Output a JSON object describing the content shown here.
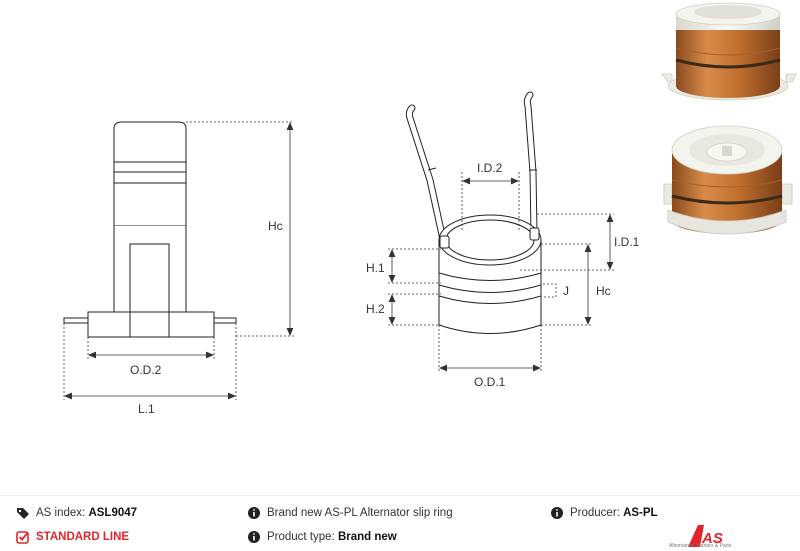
{
  "drawing": {
    "left_labels": {
      "hc": "Hc",
      "od2": "O.D.2",
      "l1": "L.1"
    },
    "right_labels": {
      "id2": "I.D.2",
      "id1": "I.D.1",
      "h1": "H.1",
      "h2": "H.2",
      "j": "J",
      "hc": "Hc",
      "od1": "O.D.1"
    }
  },
  "footer": {
    "as_index_label": "AS index:",
    "as_index_value": "ASL9047",
    "standard_line": "STANDARD LINE",
    "description": "Brand new AS-PL Alternator slip ring",
    "product_type_label": "Product type:",
    "product_type_value": "Brand new",
    "producer_label": "Producer:",
    "producer_value": "AS-PL",
    "logo_text": "AS",
    "logo_subtext": "Alternators, Starters & Parts"
  },
  "colors": {
    "accent_red": "#e0252c",
    "copper": "#c8743a",
    "dim_line": "#333333"
  }
}
